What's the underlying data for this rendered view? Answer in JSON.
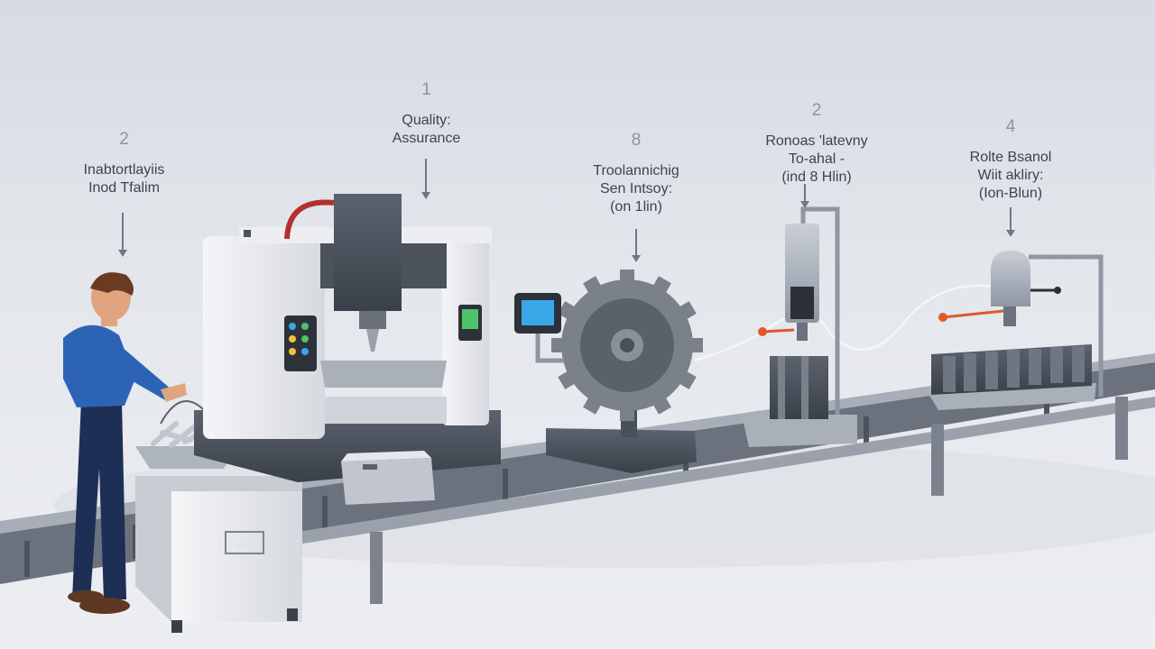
{
  "stations": [
    {
      "number": "2",
      "lines": [
        "Inabtortlayiis",
        "Inod Tfalim"
      ]
    },
    {
      "number": "1",
      "lines": [
        "Quality:",
        "Assurance"
      ]
    },
    {
      "number": "8",
      "lines": [
        "Troolannichig",
        "Sen Intsoy:",
        "(on 1lin)"
      ]
    },
    {
      "number": "2",
      "lines": [
        "Ronoas 'latevny",
        "To-ahal -",
        "(ind 8 Hlin)"
      ]
    },
    {
      "number": "4",
      "lines": [
        "Rolte Bsanol",
        "Wiit akliry:",
        "(Ion-Blun)"
      ]
    }
  ],
  "colors": {
    "accent_cyan": "#3aa8e8",
    "led_green": "#4cc36a",
    "led_yellow": "#f0c23a",
    "shirt_blue": "#2d63b5",
    "hose_red": "#b3302c",
    "valve_orange": "#e0582a"
  },
  "icons": [
    "person-icon",
    "cnc-machine-icon",
    "gear-icon",
    "monitor-icon",
    "press-icon",
    "mold-icon",
    "conveyor-icon"
  ]
}
